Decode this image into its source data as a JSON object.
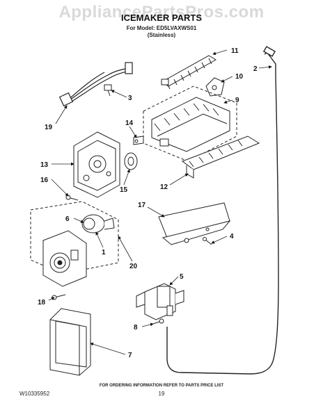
{
  "watermark": "AppliancePartsPros.com",
  "title": "ICEMAKER PARTS",
  "model_line": "For Model: ED5LVAXWS01",
  "finish_line": "(Stainless)",
  "callouts": {
    "c1": "1",
    "c2": "2",
    "c3": "3",
    "c4": "4",
    "c5": "5",
    "c6": "6",
    "c7": "7",
    "c8": "8",
    "c9": "9",
    "c10": "10",
    "c11": "11",
    "c12": "12",
    "c13": "13",
    "c14": "14",
    "c15": "15",
    "c16": "16",
    "c17": "17",
    "c18": "18",
    "c19": "19",
    "c20": "20"
  },
  "footer_note": "FOR ORDERING INFORMATION REFER TO PARTS PRICE LIST",
  "doc_number": "W10335952",
  "page_number": "19"
}
